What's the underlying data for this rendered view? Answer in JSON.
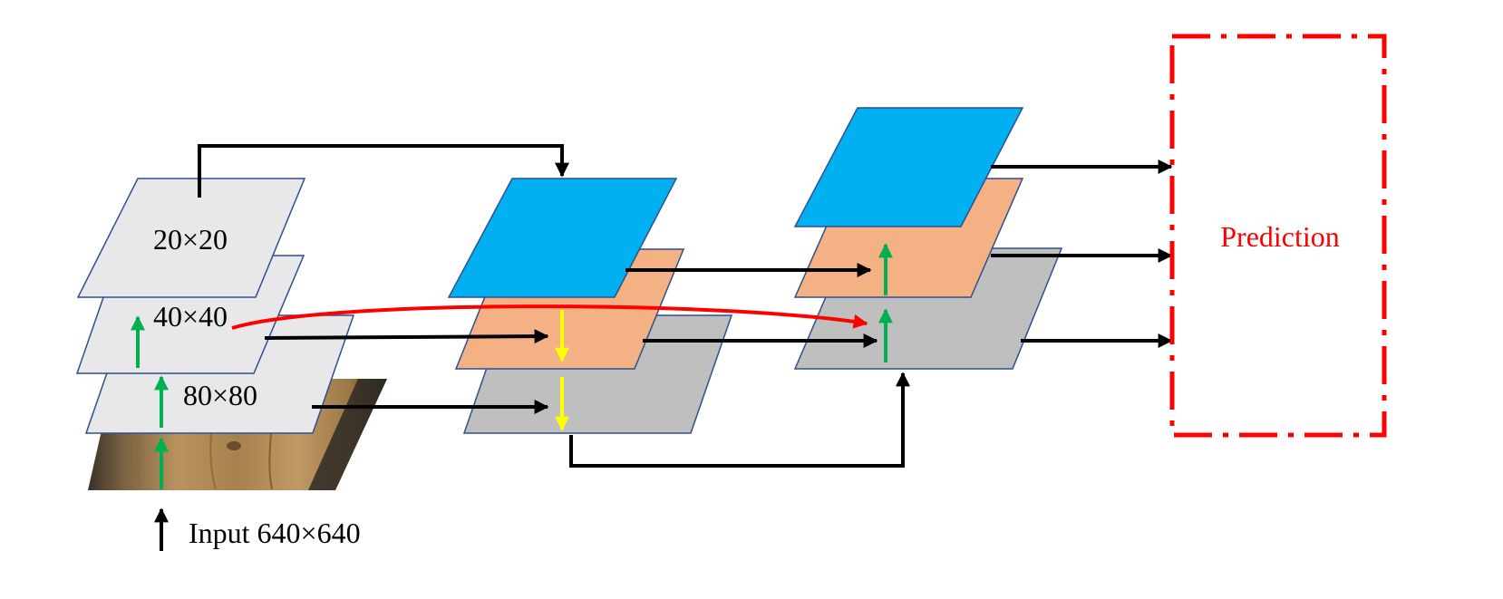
{
  "labels": {
    "size_20": "20×20",
    "size_40": "40×40",
    "size_80": "80×80",
    "input": "Input 640×640",
    "prediction": "Prediction"
  },
  "colors": {
    "backbone_layer": "#e8e8ea",
    "layer_border": "#2f4f8f",
    "blue_layer": "#00b0f0",
    "orange_layer": "#f4b183",
    "gray_layer": "#bfbfbf",
    "arrow_black": "#000000",
    "arrow_green": "#00b050",
    "arrow_yellow": "#ffff00",
    "arrow_red": "#ff0000",
    "prediction_box": "#ff0000",
    "wood_light": "#b08a55",
    "wood_dark": "#2e2a24"
  },
  "icons": {
    "input_image": "wood-texture-image"
  }
}
